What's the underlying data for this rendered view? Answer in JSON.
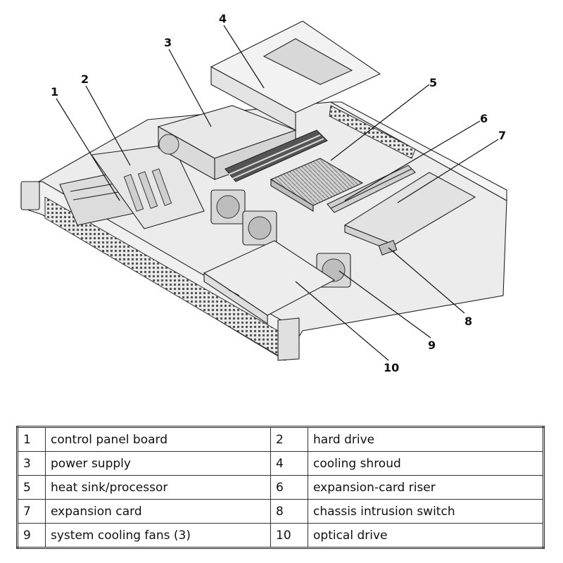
{
  "diagram": {
    "callouts": [
      {
        "number": "1",
        "label": "control panel board"
      },
      {
        "number": "2",
        "label": "hard drive"
      },
      {
        "number": "3",
        "label": "power supply"
      },
      {
        "number": "4",
        "label": "cooling shroud"
      },
      {
        "number": "5",
        "label": "heat sink/processor"
      },
      {
        "number": "6",
        "label": "expansion-card riser"
      },
      {
        "number": "7",
        "label": "expansion card"
      },
      {
        "number": "8",
        "label": "chassis intrusion switch"
      },
      {
        "number": "9",
        "label": "system cooling fans (3)"
      },
      {
        "number": "10",
        "label": "optical drive"
      }
    ]
  },
  "legend": {
    "rows": [
      [
        {
          "number": "1",
          "label": "control panel board"
        },
        {
          "number": "2",
          "label": "hard drive"
        }
      ],
      [
        {
          "number": "3",
          "label": "power supply"
        },
        {
          "number": "4",
          "label": "cooling shroud"
        }
      ],
      [
        {
          "number": "5",
          "label": "heat sink/processor"
        },
        {
          "number": "6",
          "label": "expansion-card riser"
        }
      ],
      [
        {
          "number": "7",
          "label": "expansion card"
        },
        {
          "number": "8",
          "label": "chassis intrusion switch"
        }
      ],
      [
        {
          "number": "9",
          "label": "system cooling fans (3)"
        },
        {
          "number": "10",
          "label": "optical drive"
        }
      ]
    ]
  }
}
